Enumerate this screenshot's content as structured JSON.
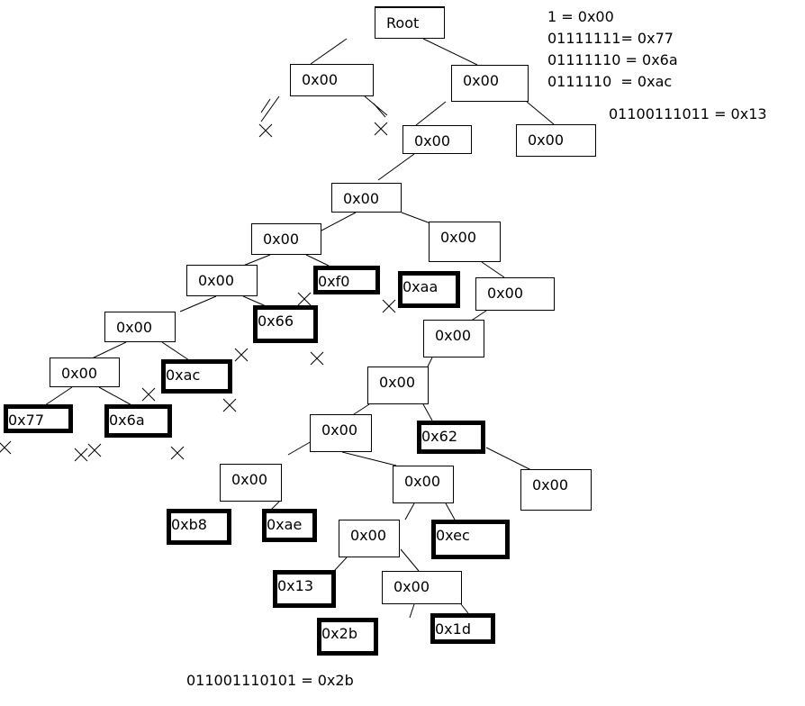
{
  "tree": {
    "root": "Root",
    "nodes": [
      "0x00",
      "0x00",
      "0x00",
      "0x00",
      "0x00",
      "0x00",
      "0x00",
      "0xf0",
      "0xaa",
      "0x00",
      "0x00",
      "0x66",
      "0x00",
      "0x00",
      "0xac",
      "0x00",
      "0x00",
      "0x77",
      "0x6a",
      "0x00",
      "0x62",
      "0x00",
      "0x00",
      "0x00",
      "0xb8",
      "0xae",
      "0xec",
      "0x00",
      "0x13",
      "0x00",
      "0x2b",
      "0x1d"
    ]
  },
  "notes": {
    "line1": "1 = 0x00",
    "line2": "01111111= 0x77",
    "line3": "01111110 = 0x6a",
    "line4": "0111110  = 0xac",
    "line5": "01100111011 = 0x13",
    "bottom": "011001110101 = 0x2b"
  }
}
